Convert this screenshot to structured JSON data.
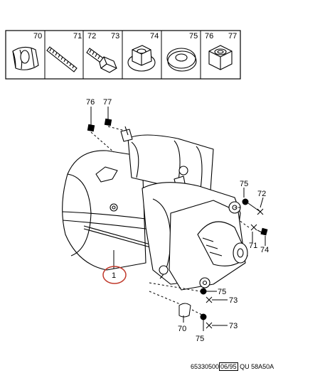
{
  "legend": {
    "cells": [
      {
        "numbers": [
          "70"
        ],
        "icon": "tapered-sleeve-icon"
      },
      {
        "numbers": [
          "71"
        ],
        "icon": "threaded-stud-icon"
      },
      {
        "numbers": [
          "72",
          "73"
        ],
        "icon": "hex-bolt-icon"
      },
      {
        "numbers": [
          "74"
        ],
        "icon": "flanged-nut-icon"
      },
      {
        "numbers": [
          "75"
        ],
        "icon": "flat-washer-icon"
      },
      {
        "numbers": [
          "76",
          "77"
        ],
        "icon": "hex-nut-icon"
      }
    ]
  },
  "callouts": {
    "top_left": "76",
    "top_right": "77",
    "right_washer": "75",
    "right_bolt": "72",
    "right_stud": "71",
    "right_nut": "74",
    "part_main": "1",
    "bottom_washer": "75",
    "bottom_bolt": "73",
    "sleeve": "70",
    "sleeve_washer": "75",
    "sleeve_bolt": "73"
  },
  "footer": {
    "code": "65330500",
    "date": "06/95",
    "ref": "QU  58A50A"
  }
}
